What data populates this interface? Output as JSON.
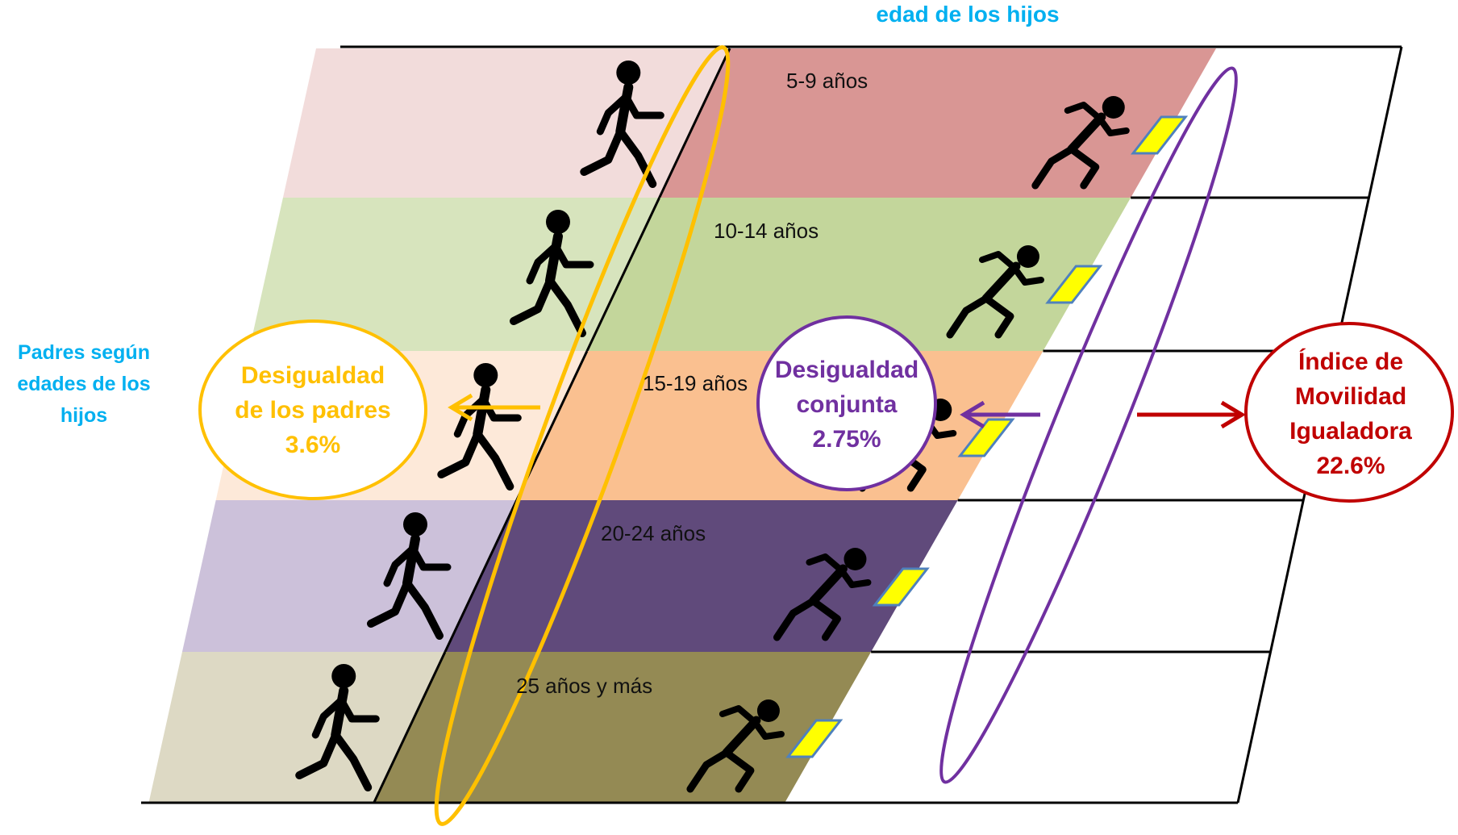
{
  "header": {
    "title": "edad de los hijos"
  },
  "left_label": "Padres según edades de  los hijos",
  "lanes": [
    {
      "label": "5-9 años",
      "bg_color": "#f2dcdb",
      "track_color": "#d99694"
    },
    {
      "label": "10-14 años",
      "bg_color": "#d7e4bd",
      "track_color": "#c3d69b"
    },
    {
      "label": "15-19 años",
      "bg_color": "#fde9d9",
      "track_color": "#fac090"
    },
    {
      "label": "20-24 años",
      "bg_color": "#ccc1da",
      "track_color": "#604a7b"
    },
    {
      "label": "25 años y más",
      "bg_color": "#ddd9c4",
      "track_color": "#948a54"
    }
  ],
  "indicators": {
    "padres": {
      "line1": "Desigualdad",
      "line2": "de los padres",
      "value": "3.6%",
      "color": "#ffc000"
    },
    "conjunta": {
      "line1": "Desigualdad",
      "line2": "conjunta",
      "value": "2.75%",
      "color": "#7030a0"
    },
    "movilidad": {
      "line1": "Índice de",
      "line2": "Movilidad",
      "line3": "Igualadora",
      "value": "22.6%",
      "color": "#c00000"
    }
  },
  "colors": {
    "title": "#00b0f0",
    "left_label": "#00b0f0",
    "baton": "#ffff00",
    "baton_border": "#4f81bd"
  },
  "icons": {
    "parent": "running-parent-icon",
    "child": "sprinting-child-icon",
    "baton": "baton-icon"
  }
}
